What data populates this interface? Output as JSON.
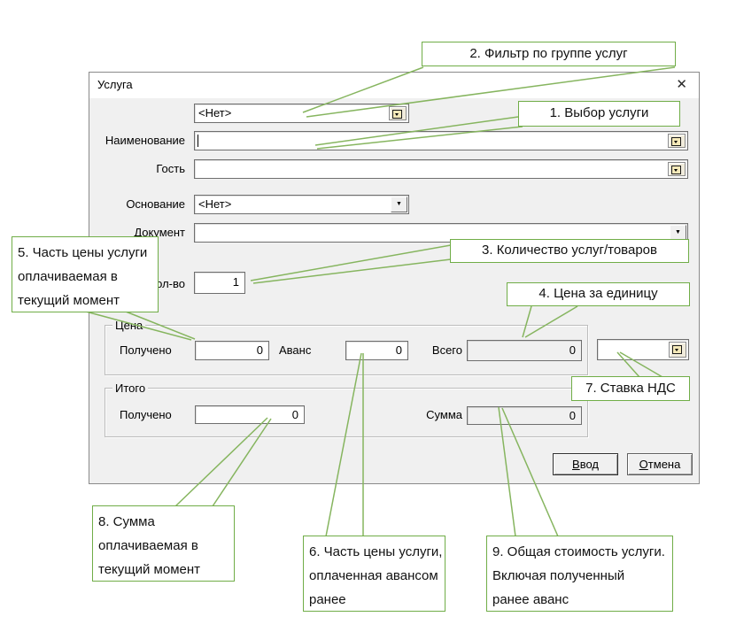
{
  "window": {
    "title": "Услуга",
    "close_glyph": "✕",
    "fields": {
      "filter": {
        "value": "<Нет>"
      },
      "name": {
        "label": "Наименование",
        "value": ""
      },
      "guest": {
        "label": "Гость",
        "value": ""
      },
      "basis": {
        "label": "Основание",
        "value": "<Нет>"
      },
      "document": {
        "label": "Документ",
        "value": ""
      },
      "quantity": {
        "label": "Кол-во",
        "value": "1"
      },
      "vat": {
        "value": ""
      }
    },
    "price_group": {
      "title": "Цена",
      "received_label": "Получено",
      "received_value": "0",
      "advance_label": "Аванс",
      "advance_value": "0",
      "total_label": "Всего",
      "total_value": "0"
    },
    "total_group": {
      "title": "Итого",
      "received_label": "Получено",
      "received_value": "0",
      "sum_label": "Сумма",
      "sum_value": "0"
    },
    "buttons": {
      "ok": "Ввод",
      "cancel": "Отмена"
    }
  },
  "callouts": {
    "c1": "1. Выбор услуги",
    "c2": "2. Фильтр по группе услуг",
    "c3": "3. Количество услуг/товаров",
    "c4": "4. Цена за единицу",
    "c5": "5. Часть цены услуги\nоплачиваемая в\nтекущий момент",
    "c6": "6. Часть цены услуги,\nоплаченная авансом\nранее",
    "c7": "7. Ставка НДС",
    "c8": "8. Сумма\nоплачиваемая в\nтекущий момент",
    "c9": "9. Общая стоимость услуги.\nВключая полученный\nранее аванс"
  },
  "colors": {
    "callout_border": "#70ad47",
    "callout_line": "#86b55f",
    "dialog_bg": "#f0f0f0"
  }
}
